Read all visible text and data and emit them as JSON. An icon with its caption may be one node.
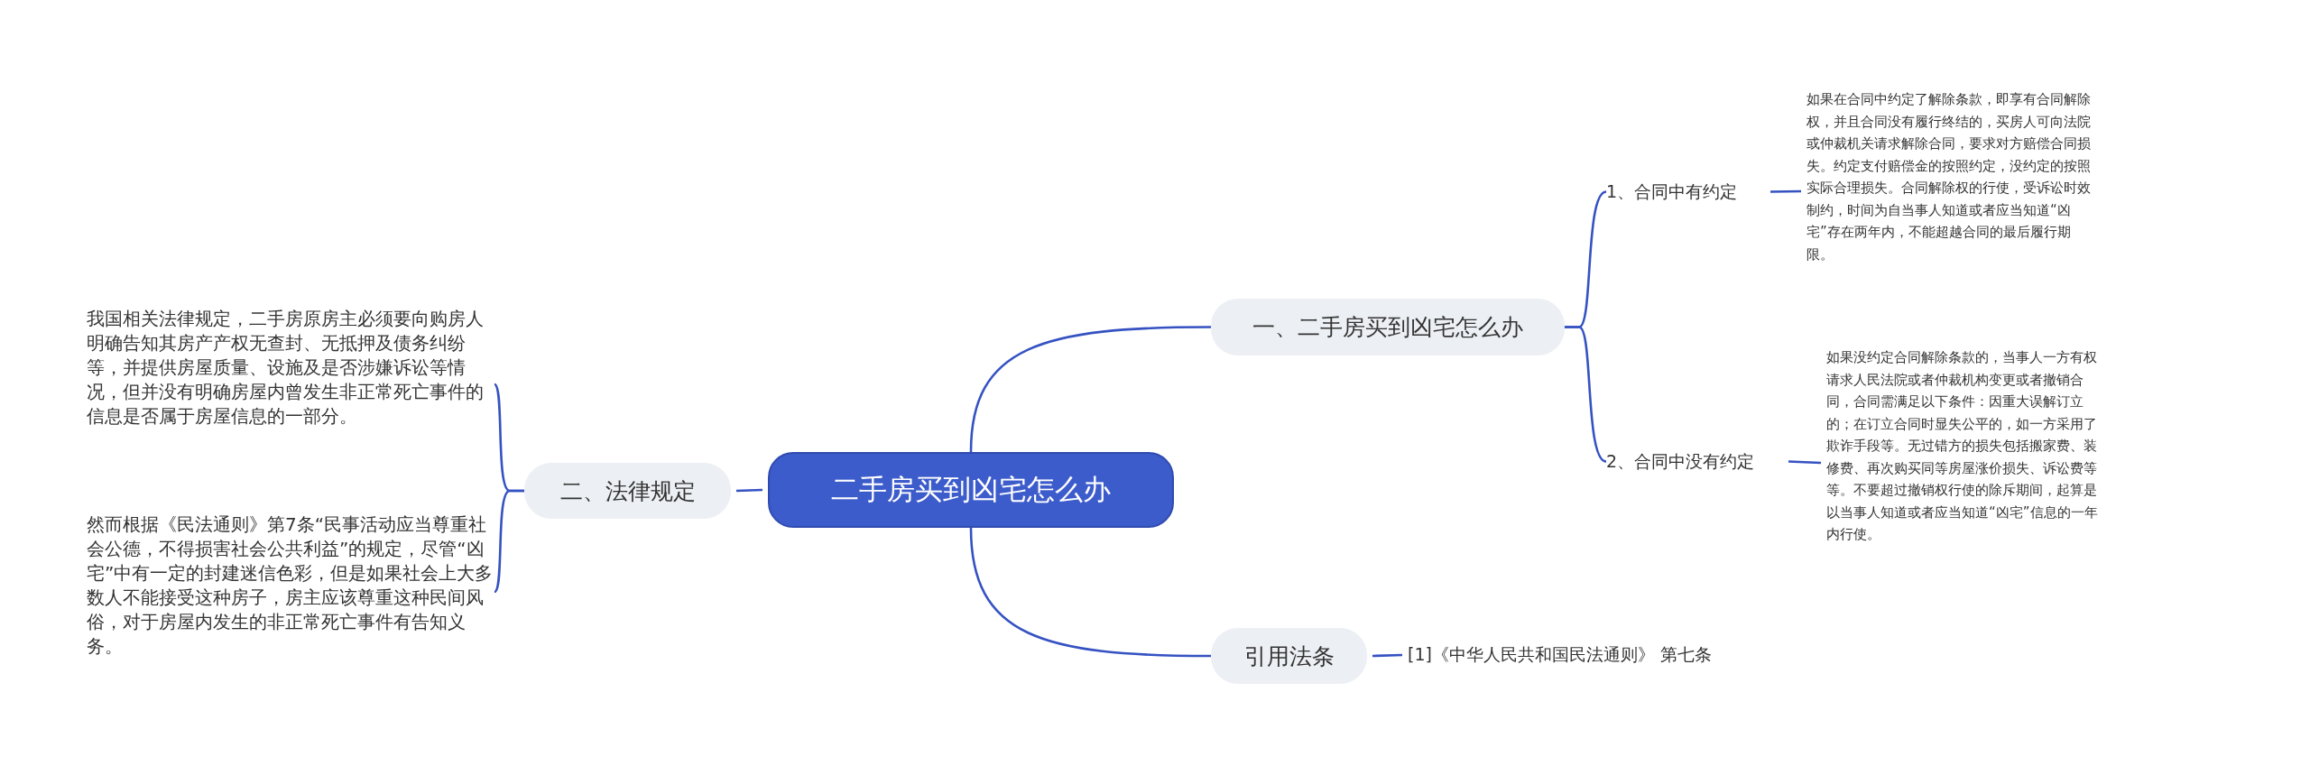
{
  "diagram": {
    "nodes": [
      {
        "text": [
          "二手房买到凶宅怎么办"
        ]
      },
      {
        "text": [
          "一、二手房买到凶宅怎么办"
        ]
      },
      {
        "text": [
          "1、合同中有约定"
        ]
      },
      {
        "text": [
          "如果在合同中约定了解除条款，即享有合同解除权，并且合同没有履行终结的，买房人可向法院或仲裁机关请求解除合同，要求对方赔偿合同损失。约定支付赔偿金的按照约定，没约定的按照实际合理损失。合同解除权的行使，受诉讼时效制约，时间为自当事人知道或者应当知道“凶宅”存在两年内，不能超越合同的最后履行期限。"
        ]
      },
      {
        "text": [
          "2、合同中没有约定"
        ]
      },
      {
        "text": [
          "如果没约定合同解除条款的，当事人一方有权请求人民法院或者仲裁机构变更或者撤销合同，合同需满足以下条件：因重大误解订立的；在订立合同时显失公平的，如一方采用了欺诈手段等。无过错方的损失包括搬家费、装修费、再次购买同等房屋涨价损失、诉讼费等等。不要超过撤销权行使的除斥期间，起算是以当事人知道或者应当知道“凶宅”信息的一年内行使。"
        ]
      },
      {
        "text": [
          "二、法律规定"
        ]
      },
      {
        "text": [
          "我国相关法律规定，二手房原房主必须要向购房人明确告知其房产产权无查封、无抵押及债务纠纷等，并提供房屋质量、设施及是否涉嫌诉讼等情况，但并没有明确房屋内曾发生非正常死亡事件的信息是否属于房屋信息的一部分。"
        ]
      },
      {
        "text": [
          "然而根据《民法通则》第7条“民事活动应当尊重社会公德，不得损害社会公共利益”的规定，尽管“凶宅”中有一定的封建迷信色彩，但是如果社会上大多数人不能接受这种房子，房主应该尊重这种民间风俗，对于房屋内发生的非正常死亡事件有告知义务。"
        ]
      },
      {
        "text": [
          "引用法条"
        ]
      },
      {
        "text": [
          "[1]《中华人民共和国民法通则》 第七条"
        ]
      }
    ],
    "edges": [
      {
        "from": 0,
        "to": 1,
        "arrow": "none"
      },
      {
        "from": 1,
        "to": 2,
        "arrow": "none"
      },
      {
        "from": 2,
        "to": 3,
        "arrow": "none"
      },
      {
        "from": 1,
        "to": 4,
        "arrow": "none"
      },
      {
        "from": 4,
        "to": 5,
        "arrow": "none"
      },
      {
        "from": 0,
        "to": 6,
        "arrow": "none"
      },
      {
        "from": 6,
        "to": 7,
        "arrow": "none"
      },
      {
        "from": 6,
        "to": 8,
        "arrow": "none"
      },
      {
        "from": 0,
        "to": 9,
        "arrow": "none"
      },
      {
        "from": 9,
        "to": 10,
        "arrow": "none"
      }
    ]
  }
}
